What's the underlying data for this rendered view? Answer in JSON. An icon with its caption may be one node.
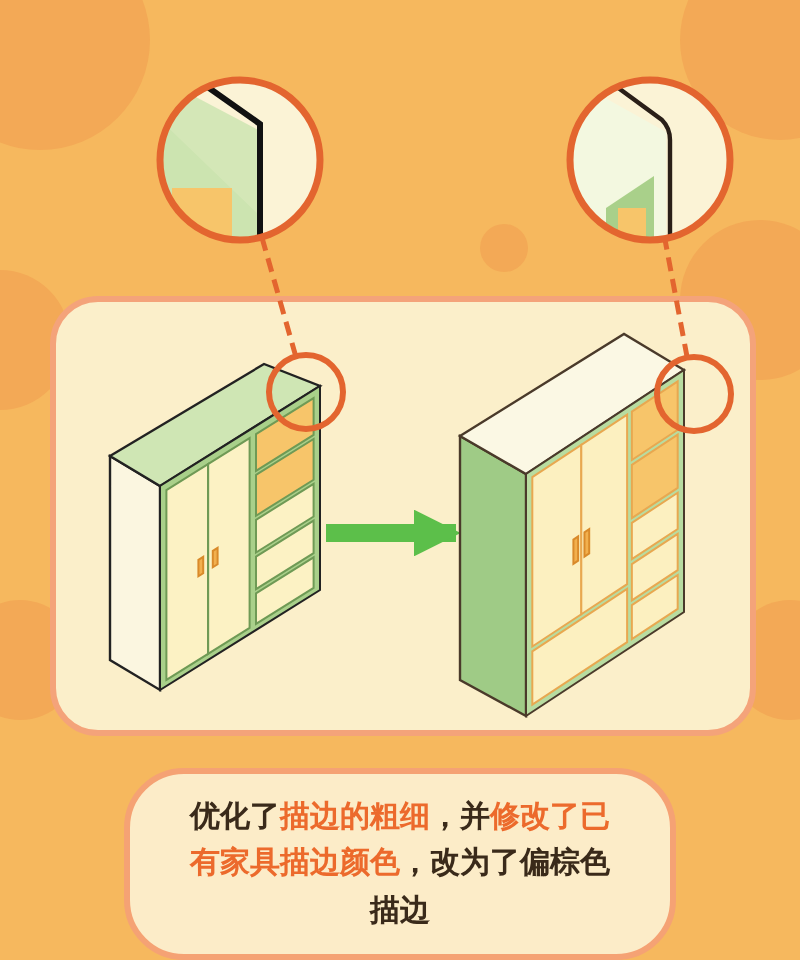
{
  "diagram": {
    "nodes": [
      {
        "text": [],
        "shape": "picture"
      },
      {
        "text": [],
        "shape": "picture"
      },
      {
        "text": [],
        "shape": "picture"
      },
      {
        "text": [],
        "shape": "circle"
      },
      {
        "text": [],
        "shape": "picture"
      },
      {
        "text": [],
        "shape": "circle"
      },
      {
        "text": [
          "优化了**描边的粗细**，并**修改了已有家具描边颜色**，改为了偏棕色描边"
        ]
      }
    ],
    "edges": [
      {
        "from": 2,
        "to": 4,
        "arrow": "to",
        "style": "thick",
        "color": "#5cbf4a"
      },
      {
        "from": 3,
        "to": 0,
        "arrow": "none",
        "style": "dashed"
      },
      {
        "from": 5,
        "to": 1,
        "arrow": "none",
        "style": "dashed"
      }
    ]
  }
}
